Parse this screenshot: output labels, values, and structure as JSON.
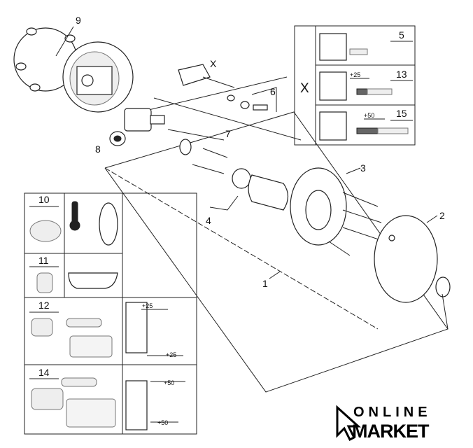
{
  "callouts": {
    "p9": "9",
    "px": "X",
    "p6": "6",
    "p7": "7",
    "p8": "8",
    "p3": "3",
    "p2": "2",
    "p4": "4",
    "p1": "1"
  },
  "extension_box": {
    "letter": "X",
    "rows": [
      {
        "part": "5",
        "extension": ""
      },
      {
        "part": "13",
        "extension": "+25"
      },
      {
        "part": "15",
        "extension": "+50"
      }
    ]
  },
  "accessory_panel": {
    "p10": "10",
    "p11": "11",
    "p12": "12",
    "p12_dim_top": "+25",
    "p12_dim_bottom": "+25",
    "p14": "14",
    "p14_dim_top": "+50",
    "p14_dim_bottom": "+50"
  },
  "logo": {
    "line1": "ONLINE",
    "line2": "MARKET"
  }
}
